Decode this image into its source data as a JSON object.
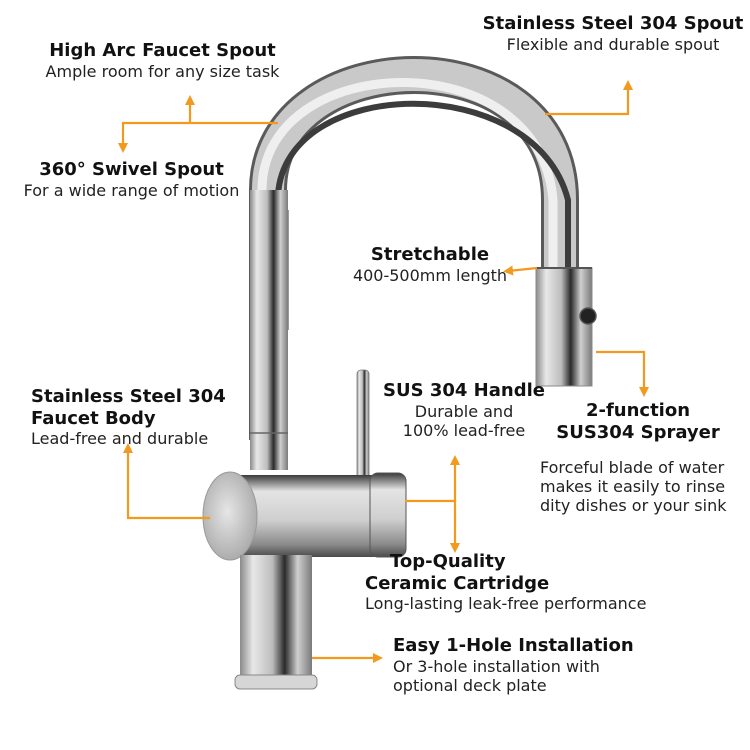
{
  "accent_color": "#f39a1e",
  "product": "Pull-down kitchen faucet",
  "callouts": [
    {
      "id": "high-arc",
      "title": "High Arc Faucet Spout",
      "desc": [
        "Ample room for any size task"
      ]
    },
    {
      "id": "swivel",
      "title": "360° Swivel Spout",
      "desc": [
        "For a wide range of motion"
      ]
    },
    {
      "id": "ss-spout",
      "title": "Stainless Steel 304 Spout",
      "desc": [
        "Flexible and durable spout"
      ]
    },
    {
      "id": "stretchable",
      "title": "Stretchable",
      "desc": [
        "400-500mm length"
      ]
    },
    {
      "id": "body",
      "title": [
        "Stainless Steel 304",
        "Faucet Body"
      ],
      "desc": [
        "Lead-free and durable"
      ]
    },
    {
      "id": "handle",
      "title": "SUS 304 Handle",
      "desc": [
        "Durable and",
        "100% lead-free"
      ]
    },
    {
      "id": "sprayer",
      "title": [
        "2-function",
        "SUS304 Sprayer"
      ],
      "desc": [
        "Forceful blade of water",
        "makes it easily to rinse",
        "dity dishes or your sink"
      ]
    },
    {
      "id": "cartridge",
      "title": [
        "Top-Quality",
        "Ceramic Cartridge"
      ],
      "desc": [
        "Long-lasting leak-free performance"
      ]
    },
    {
      "id": "install",
      "title": "Easy 1-Hole Installation",
      "desc": [
        "Or 3-hole installation with",
        "optional deck plate"
      ]
    }
  ]
}
